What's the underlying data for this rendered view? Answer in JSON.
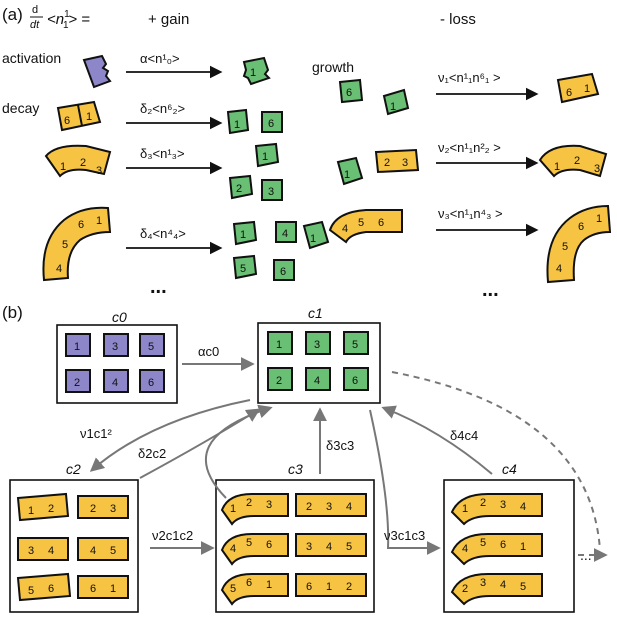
{
  "colors": {
    "purple": "#8d86c9",
    "green": "#69bf73",
    "yellow": "#f6c343",
    "black": "#111111",
    "grey": "#777777"
  },
  "panel_a": {
    "panel_label": "(a)",
    "lhs_d": "d",
    "lhs_dt": "dt",
    "lhs_avg": "<n",
    "lhs_sup": "1",
    "lhs_sub": "1",
    "lhs_end": "> =",
    "gain_label": "+ gain",
    "loss_label": "- loss",
    "activation_label": "activation",
    "decay_label": "decay",
    "growth_label": "growth",
    "ellipsis_left": "...",
    "ellipsis_right": "...",
    "rates": {
      "activation": "α<n¹₀>",
      "decay2": "δ₂<n⁶₂>",
      "decay3": "δ₃<n¹₃>",
      "decay4": "δ₄<n⁴₄>",
      "growth1": "ν₁<n¹₁n⁶₁ >",
      "growth2": "ν₂<n¹₁n²₂ >",
      "growth3": "ν₃<n¹₁n⁴₃ >"
    }
  },
  "panel_b": {
    "panel_label": "(b)",
    "box_c0": "c0",
    "box_c1": "c1",
    "box_c2": "c2",
    "box_c3": "c3",
    "box_c4": "c4",
    "rate_alpha": "αc0",
    "rate_nu1": "ν1c1²",
    "rate_delta2": "δ2c2",
    "rate_delta3": "δ3c3",
    "rate_delta4": "δ4c4",
    "rate_nu2": "ν2c1c2",
    "rate_nu3": "ν3c1c3",
    "ellipsis": "..."
  },
  "piece_numbers": {
    "n1": "1",
    "n2": "2",
    "n3": "3",
    "n4": "4",
    "n5": "5",
    "n6": "6"
  }
}
